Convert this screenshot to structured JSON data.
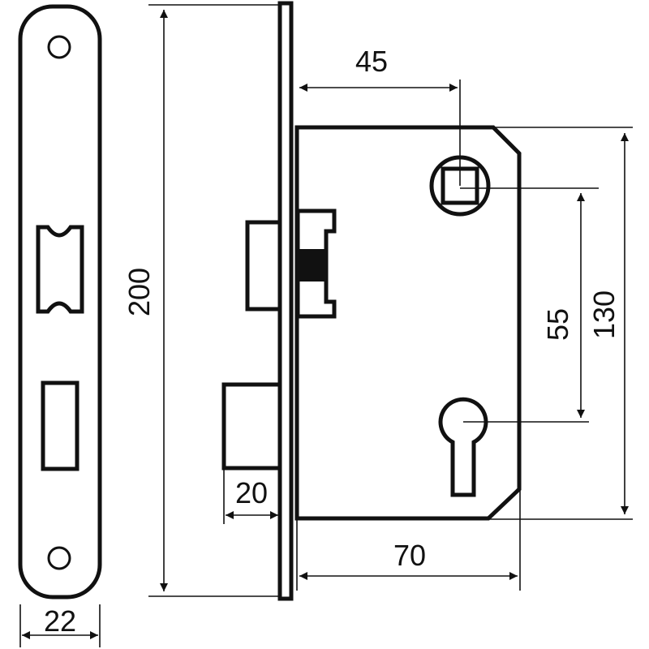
{
  "dimensions": {
    "faceplate_width": "22",
    "faceplate_height": "200",
    "backset_to_spindle": "45",
    "spindle_to_keyhole": "55",
    "body_height": "130",
    "body_depth": "70",
    "latch_projection": "20"
  },
  "colors": {
    "line": "#111111",
    "background": "#ffffff"
  }
}
